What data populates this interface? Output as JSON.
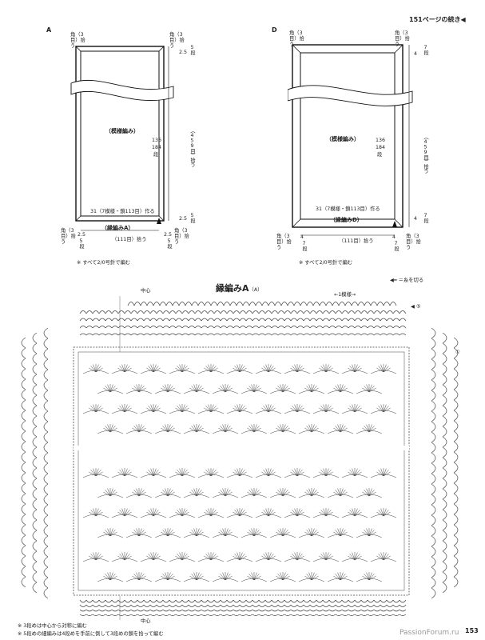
{
  "header": {
    "continued": "151ページの続き◀"
  },
  "diagram_a": {
    "letter": "A",
    "corner_tl": "角（3目）拾う",
    "corner_tr": "角（3目）拾う",
    "corner_bl": "角（3目）拾う",
    "corner_br": "角（3目）拾う",
    "top_right_num": "2.5",
    "top_right_rows": "5段",
    "center_label": "（模様編み）",
    "side_cm": "136",
    "side_rows_num": "184",
    "side_rows_unit": "段",
    "side_stitches": "（459目）拾う",
    "bottom_note": "31（7模様・鎖113目）作る",
    "bottom_right_num": "2.5",
    "bottom_right_rows": "5段",
    "border_label": "（縁編みA）",
    "bl_num": "2.5",
    "bl_rows": "5段",
    "bottom_stitches": "（111目）拾う",
    "br_num": "2.5",
    "br_rows": "5段",
    "needle_note": "※ すべて2/0号針で編む"
  },
  "diagram_d": {
    "letter": "D",
    "corner_tl": "角（3目）拾う",
    "corner_tr": "角（3目）拾う",
    "corner_bl": "角（3目）拾う",
    "corner_br": "角（3目）拾う",
    "top_right_num": "4",
    "top_right_rows": "7段",
    "center_label": "（模様編み）",
    "side_cm": "136",
    "side_rows_num": "184",
    "side_rows_unit": "段",
    "side_stitches": "（459目）拾う",
    "bottom_note": "31（7模様・鎖113目）作る",
    "border_label": "（縁編みD）",
    "bottom_right_num": "4",
    "bottom_right_rows": "7段",
    "bl_num": "4",
    "bl_rows": "7段",
    "bottom_stitches": "（111目）拾う",
    "br_num": "4",
    "br_rows": "7段",
    "needle_note": "※ すべて2/0号針で編む"
  },
  "chart": {
    "legend": "＝糸を切る",
    "title": "縁編みA",
    "title_sub": "（A）",
    "center_top": "中心",
    "center_bottom": "中心",
    "repeat_label": "1模様",
    "row_mark_5": "⑤",
    "row_mark_1": "①"
  },
  "footer": {
    "note1": "※ 3段めは中心から対称に編む",
    "note2": "※ 5段めの細編みは4段めを手前に倒して3段めの鎖を拾って編む",
    "page_num": "153",
    "watermark": "PassionForum.ru"
  }
}
